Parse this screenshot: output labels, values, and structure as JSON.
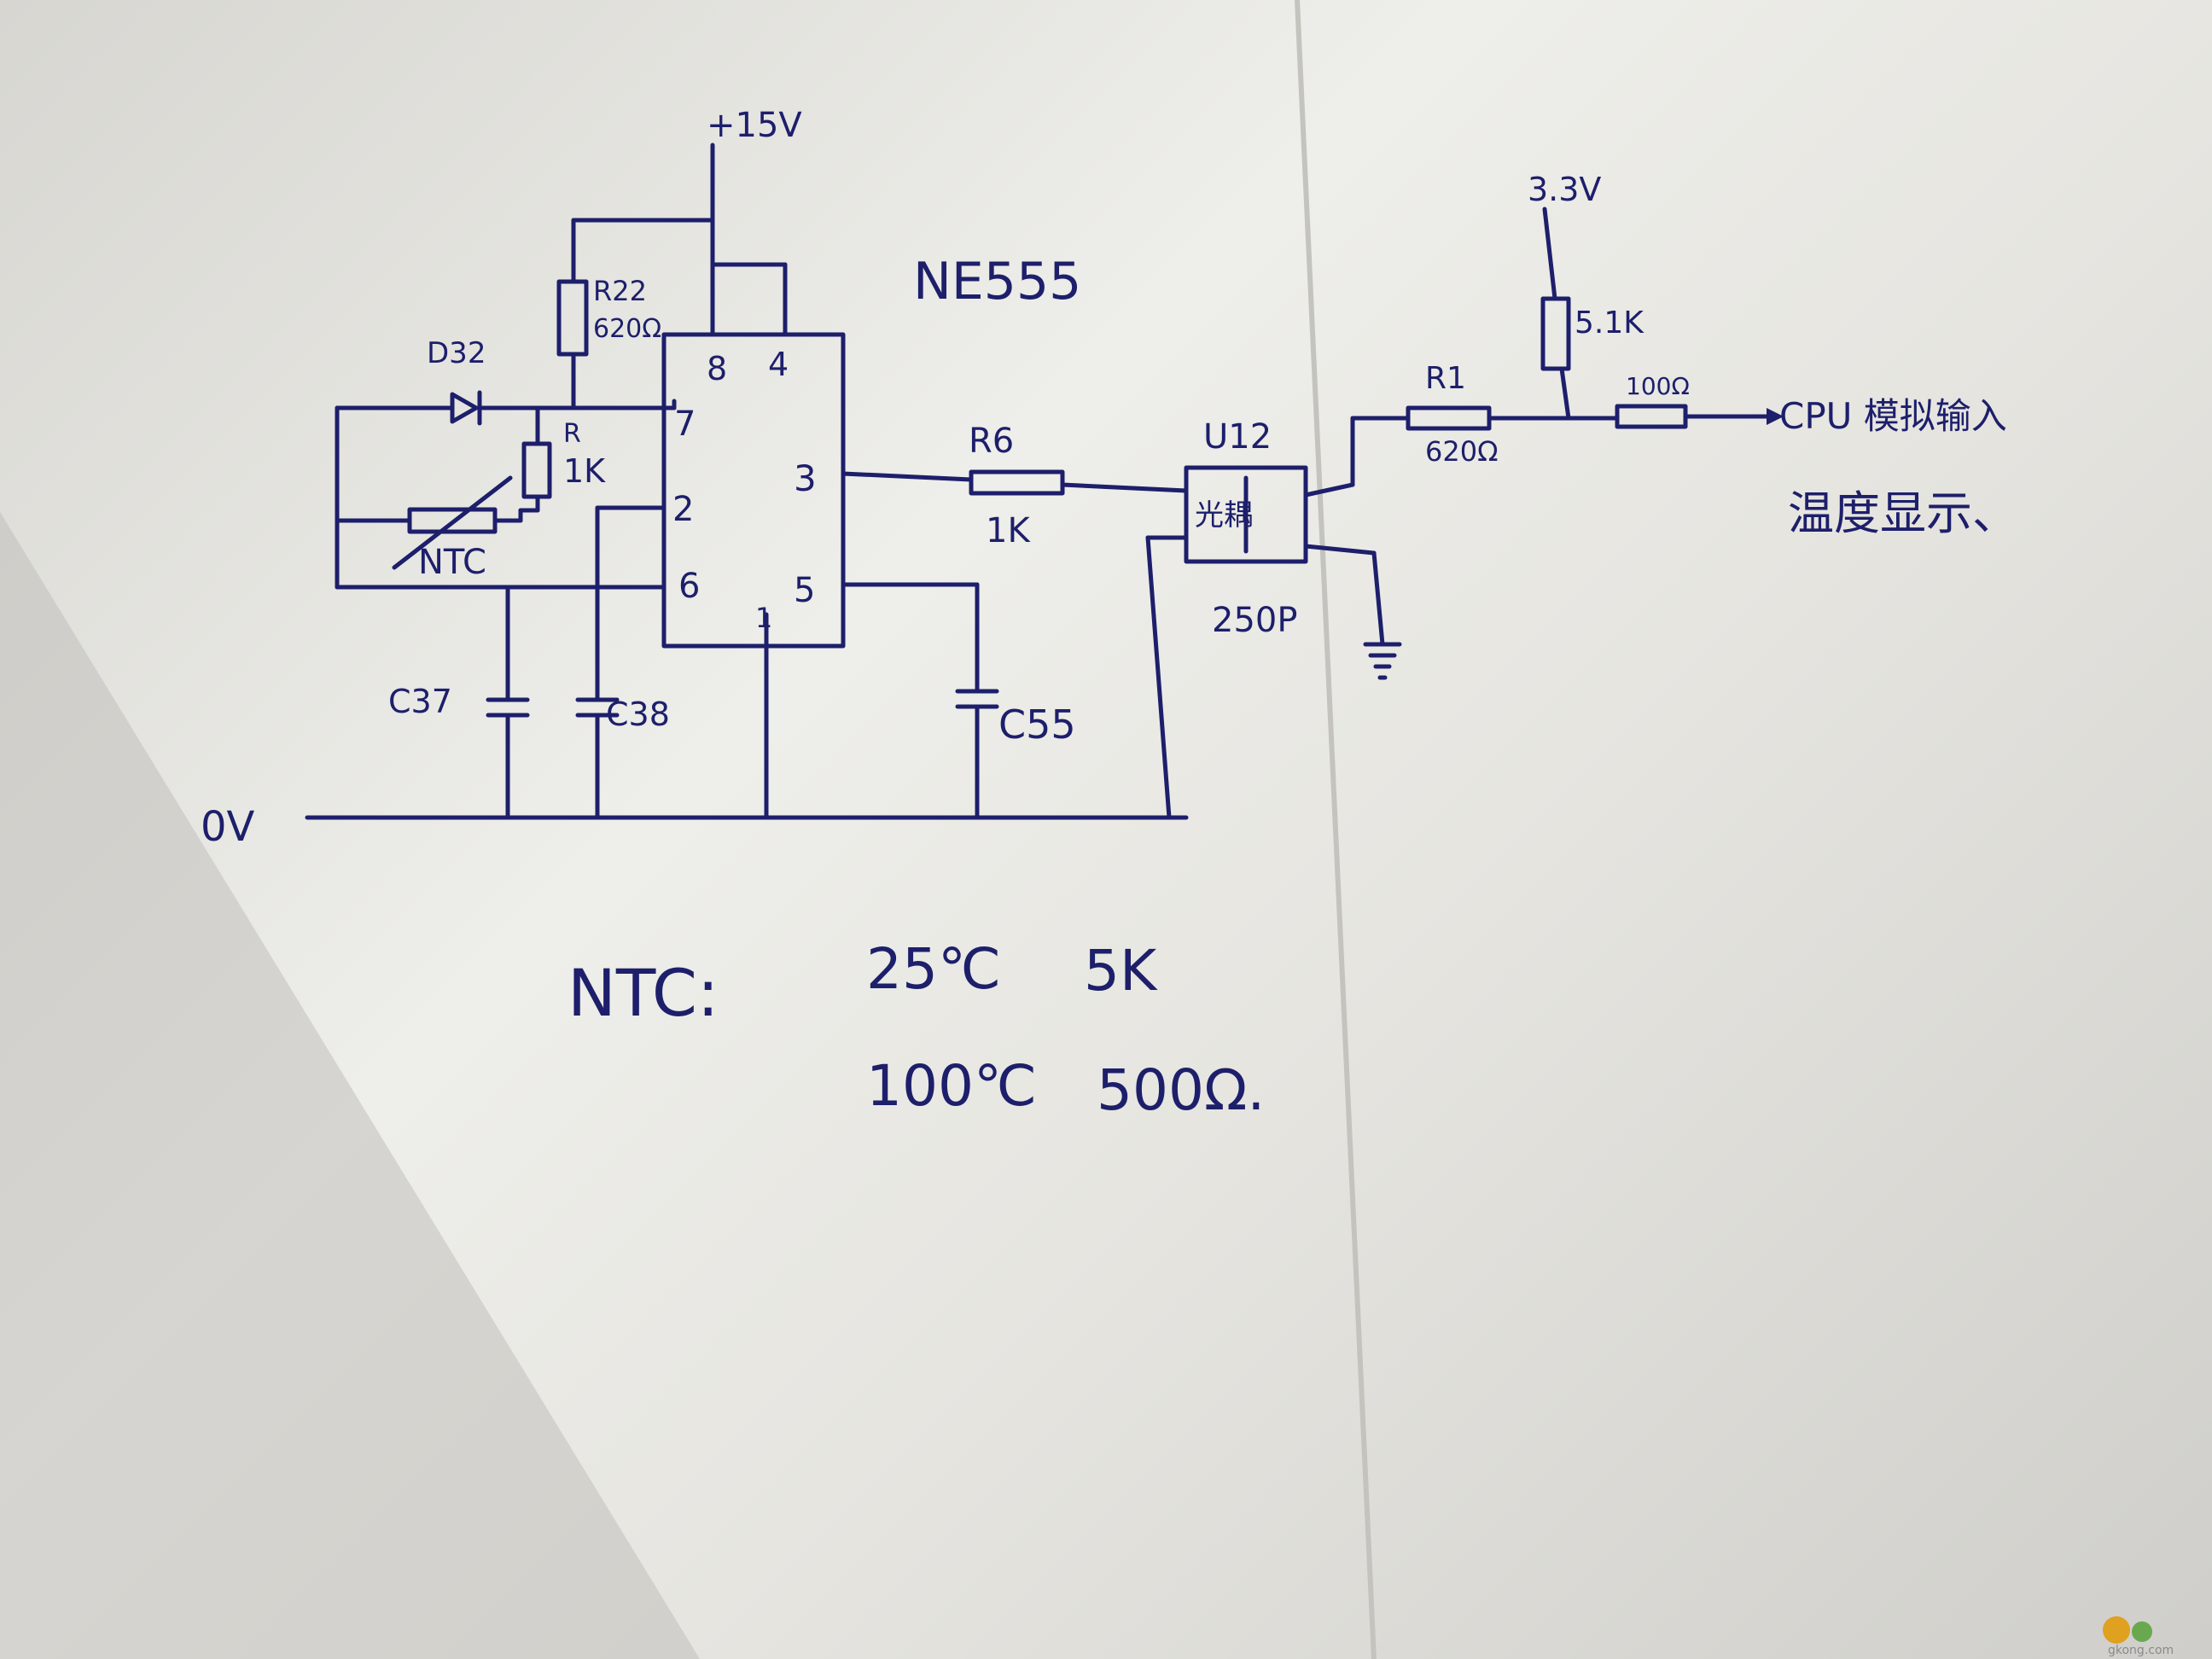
{
  "labels": {
    "supply_15v": "+15V",
    "supply_33v": "3.3V",
    "ground_0v": "0V",
    "ic_name": "NE555",
    "r22_ref": "R22",
    "r22_val": "620Ω",
    "d32_ref": "D32",
    "r_1k_ref": "R",
    "r_1k_val": "1K",
    "ntc_ref": "NTC",
    "pin8": "8",
    "pin4": "4",
    "pin7": "7",
    "pin2": "2",
    "pin6": "6",
    "pin3": "3",
    "pin5": "5",
    "pin1": "1",
    "r6_ref": "R6",
    "r6_val": "1K",
    "u12_ref": "U12",
    "u12_inner": "光耦",
    "opto_part": "250P",
    "c37_ref": "C37",
    "c38_ref": "C38",
    "c55_ref": "C55",
    "r1_ref": "R1",
    "r1_val": "620Ω",
    "r_5k1_val": "5.1K",
    "r_100_val": "100Ω",
    "cpu_label": "CPU 模拟输入",
    "temp_display": "温度显示、",
    "ntc_note_head": "NTC:",
    "ntc_25_temp": "25℃",
    "ntc_25_val": "5K",
    "ntc_100_temp": "100℃",
    "ntc_100_val": "500Ω.",
    "watermark": "gkong.com"
  },
  "colors": {
    "ink": "#1d1f6b",
    "paper": "#eeeeea"
  }
}
